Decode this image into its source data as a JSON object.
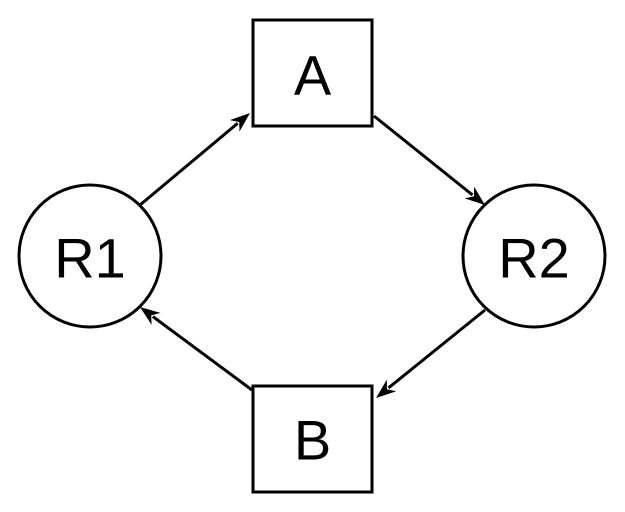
{
  "diagram": {
    "nodes": [
      {
        "id": "A",
        "label": "A",
        "shape": "rectangle"
      },
      {
        "id": "R2",
        "label": "R2",
        "shape": "circle"
      },
      {
        "id": "B",
        "label": "B",
        "shape": "rectangle"
      },
      {
        "id": "R1",
        "label": "R1",
        "shape": "circle"
      }
    ],
    "edges": [
      {
        "from": "R1",
        "to": "A",
        "directed": true
      },
      {
        "from": "A",
        "to": "R2",
        "directed": true
      },
      {
        "from": "R2",
        "to": "B",
        "directed": true
      },
      {
        "from": "B",
        "to": "R1",
        "directed": true
      }
    ],
    "colors": {
      "stroke": "#000000",
      "fill": "#ffffff",
      "background": "#ffffff"
    }
  }
}
